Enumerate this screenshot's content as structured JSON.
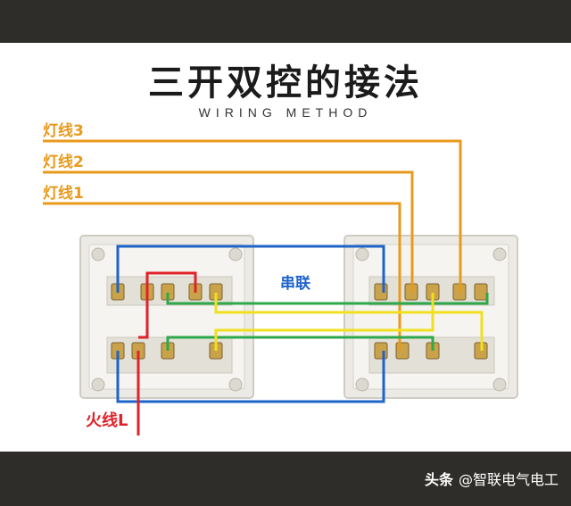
{
  "title": "三开双控的接法",
  "subtitle": "WIRING METHOD",
  "wire_labels": {
    "lamp3": "灯线3",
    "lamp2": "灯线2",
    "lamp1": "灯线1"
  },
  "series_label": "串联",
  "live_label": "火线L",
  "watermark": {
    "prefix": "头条",
    "account": "@智联电气电工"
  },
  "colors": {
    "lamp_wire": "#e89a1c",
    "live_wire": "#e0222a",
    "series_wire": "#1e63c8",
    "traveler_green": "#2ea84a",
    "traveler_yellow": "#f0e020",
    "terminal": "#c9a24a"
  }
}
